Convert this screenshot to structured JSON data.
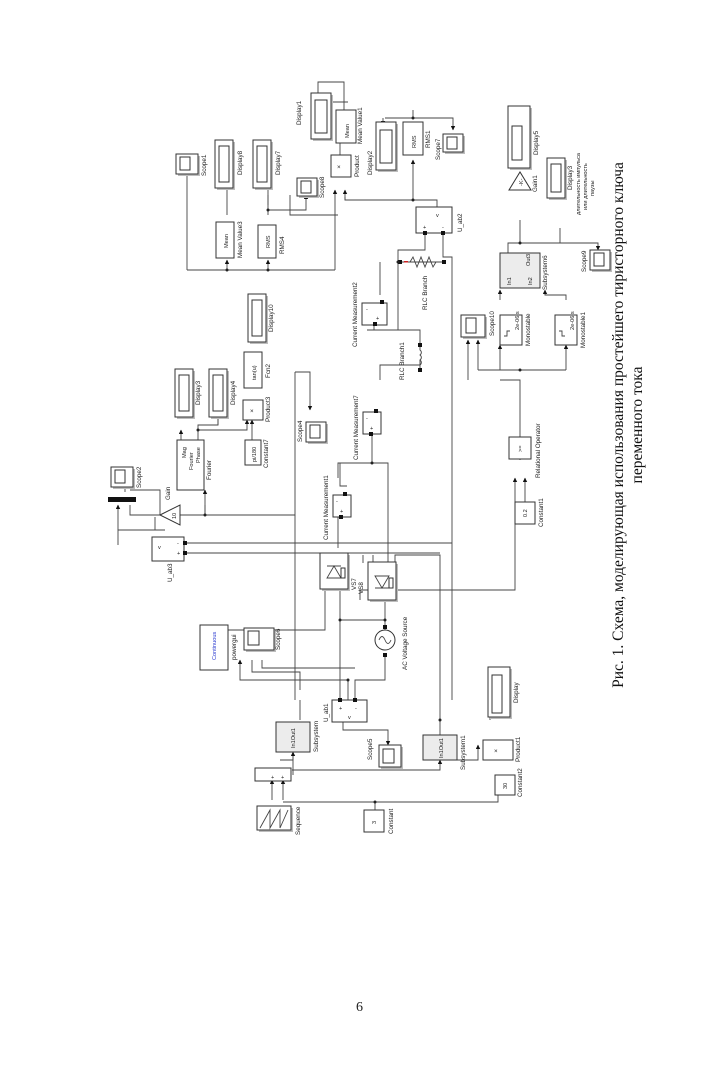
{
  "caption": {
    "line1": "Рис. 1. Схема, моделирующая использования простейшего тиристорного ключа",
    "line2": "переменного тока"
  },
  "page_number": "6",
  "colors": {
    "ink": "#333333",
    "powergui_text": "#2b3bd0",
    "subsystem_fill": "#ececec"
  },
  "blocks": {
    "display1": "Display1",
    "mean_value1": "Mean Value1",
    "mean_text": "Mean",
    "product": "Product",
    "times": "×",
    "display2": "Display2",
    "rms1": "RMS1",
    "rms_text": "RMS",
    "scope7": "Scope7",
    "u_ab2": "U_ab2",
    "scope1": "Scope1",
    "display8": "Display8",
    "display7": "Display7",
    "mean_value3": "Mean Value3",
    "rms4": "RMS4",
    "scope8": "Scope8",
    "display5": "Display5",
    "display3_right": "Display3",
    "display3_note_1": "длительность импульса",
    "display3_note_2": "или длительность",
    "display3_note_3": "паузы",
    "gain1": "Gain1",
    "gain1_text": "-K-",
    "subsystem6": "Subsystem6",
    "in1": "In1",
    "in2": "In2",
    "out3": "Out3",
    "scope9": "Scope9",
    "monostable": "Monostable",
    "monostable1": "Monostable1",
    "mono_time": "2e-06 s",
    "scope10": "Scope10",
    "rlc_branch": "RLC Branch",
    "rlc_branch1": "RLC Branch1",
    "current_measurement2": "Current Measurement2",
    "current_measurement7": "Current Measurement7",
    "current_measurement1": "Current Measurement1",
    "display10": "Display10",
    "fcn2": "Fcn2",
    "fcn2_text": "tan(u)",
    "product3": "Product3",
    "display3": "Display3",
    "display4": "Display4",
    "fourier": "Fourier",
    "mag": "Mag",
    "phase": "Phase",
    "constant7": "Constant7",
    "constant7_value": "pi/180",
    "scope4": "Scope4",
    "relational_operator": "Relational Operator",
    "relop_text": ">=",
    "constant1": "Constant1",
    "constant1_value": "0.2",
    "scope2": "Scope2",
    "gain": "Gain",
    "gain_value": "10",
    "u_ab3": "U_ab3",
    "vs7": "VS7",
    "vs8": "VS8",
    "ac_source": "AC Voltage Source",
    "powergui": "powergui",
    "continuous": "Continuous",
    "scope6": "Scope6",
    "u_ab1": "U_ab1",
    "subsystem": "Subsystem",
    "subsystem1": "Subsystem1",
    "in1out1": "In1Out1",
    "scope5": "Scope5",
    "sequence": "Sequence",
    "constant": "Constant",
    "constant_value": "3",
    "display": "Display",
    "product1": "Product1",
    "constant2": "Constant2",
    "constant2_value": "30",
    "plus": "+",
    "minus": "-",
    "v": "v",
    "i": "i"
  }
}
